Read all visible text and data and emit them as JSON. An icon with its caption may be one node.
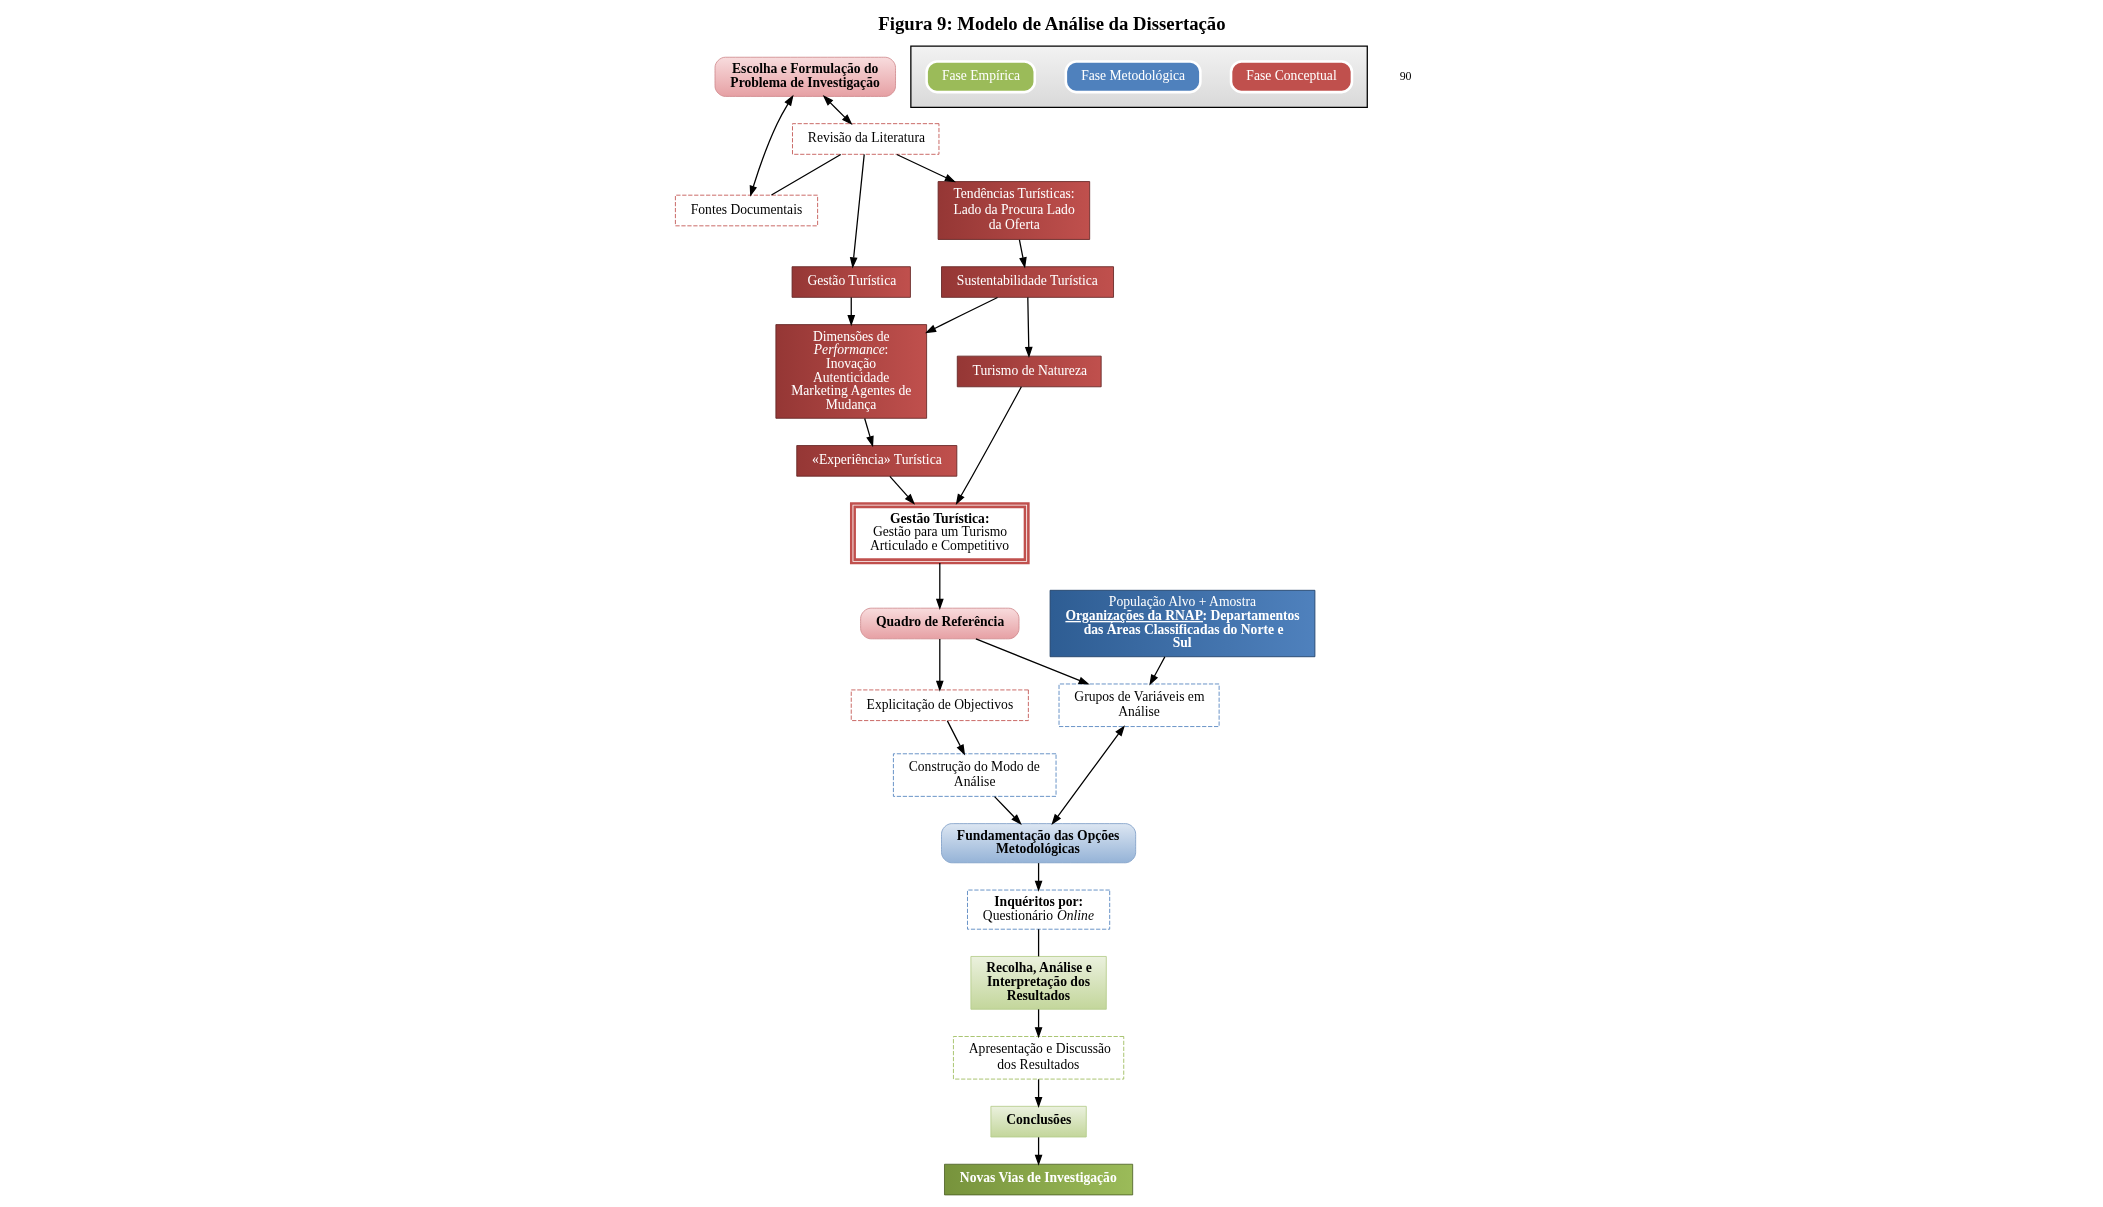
{
  "diagram": {
    "title": "Figura 9: Modelo de Análise da Dissertação",
    "nodes": [
      {
        "text": [
          "Escolha e Formulação do Problema de Investigação"
        ]
      },
      {
        "text": [
          "Revisão da Literatura"
        ]
      },
      {
        "text": [
          "Fontes Documentais"
        ]
      },
      {
        "text": [
          "Tendências Turísticas: Lado da Procura Lado da Oferta"
        ]
      },
      {
        "text": [
          "Gestão Turística"
        ]
      },
      {
        "text": [
          "Sustentabilidade Turística"
        ]
      },
      {
        "text": [
          "Dimensões de *Performance*: Inovação Autenticidade Marketing Agentes de Mudança"
        ]
      },
      {
        "text": [
          "«Experiência» Turística"
        ]
      },
      {
        "text": [
          "Turismo de Natureza"
        ]
      },
      {
        "text": [
          "Gestão Turística:",
          "Gestão para um Turismo Articulado e Competitivo"
        ]
      },
      {
        "text": [
          "Quadro de Referência"
        ]
      },
      {
        "text": [
          "Explicitação de Objectivos"
        ]
      },
      {
        "text": [
          "Construção do Modo de Análise"
        ]
      },
      {
        "text": [
          "Grupos de Variáveis em Análise"
        ]
      },
      {
        "text": [
          "Fundamentação das Opções Metodológicas"
        ]
      },
      {
        "text": [
          "População Alvo + Amostra",
          "Organizações da RNAP: Departamentos das Áreas Classificadas do Norte e Sul"
        ]
      },
      {
        "text": [
          "Inquéritos por:",
          "Questionário *Online*"
        ]
      },
      {
        "text": [
          "Recolha, Análise e Interpretação dos Resultados"
        ]
      },
      {
        "text": [
          "Apresentação e Discussão dos Resultados"
        ]
      },
      {
        "text": [
          "Conclusões"
        ]
      },
      {
        "text": [
          "Novas Vias de Investigação"
        ]
      },
      {
        "text": [],
        "shape": "arrow"
      },
      {
        "text": [
          "Fase Conceptual"
        ],
        "in": 21
      },
      {
        "text": [
          "Fase Metodológica"
        ],
        "in": 21
      },
      {
        "text": [
          "Fase Empírica"
        ],
        "in": 21
      }
    ],
    "edges": [
      {
        "from": 0,
        "to": 1,
        "arrow": "both"
      },
      {
        "from": 0,
        "to": 2,
        "arrow": "both"
      },
      {
        "from": 1,
        "to": 2,
        "arrow": "none"
      },
      {
        "from": 1,
        "to": 3,
        "arrow": "to"
      },
      {
        "from": 1,
        "to": 4,
        "arrow": "to"
      },
      {
        "from": 3,
        "to": 5,
        "arrow": "to"
      },
      {
        "from": 4,
        "to": 6,
        "arrow": "to"
      },
      {
        "from": 5,
        "to": 6,
        "arrow": "to"
      },
      {
        "from": 5,
        "to": 8,
        "arrow": "to"
      },
      {
        "from": 6,
        "to": 7,
        "arrow": "to"
      },
      {
        "from": 8,
        "to": 9,
        "arrow": "to"
      },
      {
        "from": 7,
        "to": 9,
        "arrow": "to"
      },
      {
        "from": 9,
        "to": 10,
        "arrow": "to"
      },
      {
        "from": 10,
        "to": 11,
        "arrow": "to"
      },
      {
        "from": 10,
        "to": 13,
        "arrow": "to"
      },
      {
        "from": 11,
        "to": 12,
        "arrow": "to"
      },
      {
        "from": 12,
        "to": 14,
        "arrow": "to"
      },
      {
        "from": 13,
        "to": 14,
        "arrow": "both"
      },
      {
        "from": 15,
        "to": 13,
        "arrow": "to"
      },
      {
        "from": 14,
        "to": 16,
        "arrow": "to"
      },
      {
        "from": 16,
        "to": 17,
        "arrow": "none"
      },
      {
        "from": 17,
        "to": 18,
        "arrow": "to"
      },
      {
        "from": 18,
        "to": 19,
        "arrow": "to"
      },
      {
        "from": 19,
        "to": 20,
        "arrow": "to"
      }
    ],
    "labels": [
      "90"
    ]
  }
}
